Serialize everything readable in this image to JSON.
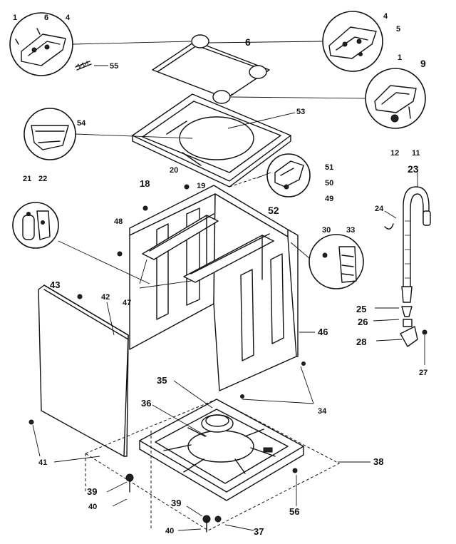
{
  "callouts": [
    "1",
    "6",
    "4",
    "55",
    "6",
    "4",
    "5",
    "1",
    "9",
    "12",
    "11",
    "54",
    "53",
    "20",
    "18",
    "19",
    "51",
    "50",
    "49",
    "52",
    "21",
    "22",
    "48",
    "23",
    "24",
    "30",
    "33",
    "47",
    "43",
    "42",
    "46",
    "25",
    "26",
    "28",
    "27",
    "35",
    "36",
    "34",
    "41",
    "38",
    "39",
    "40",
    "39",
    "40",
    "37",
    "56"
  ],
  "icons": {
    "inset_top_left": "hinge-bracket-icon",
    "inset_top_right": "hinge-bracket-icon",
    "inset_right_mid": "lid-switch-icon",
    "inset_left_mid": "bleach-dispenser-icon",
    "inset_mid_left": "clip-bracket-icon",
    "inset_lid_lock": "lid-lock-icon",
    "inset_right_clip": "hose-clip-icon"
  }
}
